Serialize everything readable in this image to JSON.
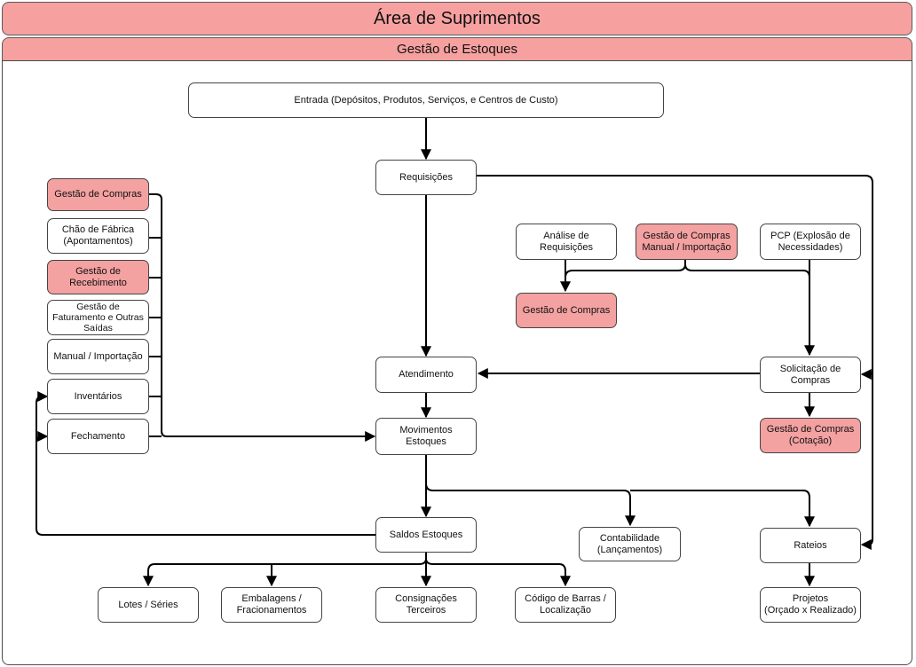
{
  "header": {
    "title": "Área de Suprimentos",
    "subtitle": "Gestão de Estoques"
  },
  "colors": {
    "highlight": "#f4a1a1",
    "banner": "#f6a0a0",
    "border": "#444444"
  },
  "nodes": {
    "entrada": "Entrada (Depósitos, Produtos, Serviços, e Centros de Custo)",
    "requisicoes": "Requisições",
    "atendimento": "Atendimento",
    "movimentos": "Movimentos Estoques",
    "saldos": "Saldos Estoques",
    "gestao_compras_left": "Gestão de Compras",
    "chao_fabrica": "Chão de Fábrica\n(Apontamentos)",
    "gestao_recebimento": "Gestão de\nRecebimento",
    "gestao_faturamento": "Gestão de\nFaturamento e Outras\nSaídas",
    "manual_importacao": "Manual / Importação",
    "inventarios": "Inventários",
    "fechamento": "Fechamento",
    "analise_requisicoes": "Análise de\nRequisições",
    "gestao_compras_manual": "Gestão de Compras\nManual / Importação",
    "pcp": "PCP (Explosão de\nNecessidades)",
    "gestao_compras_mid": "Gestão de Compras",
    "solicitacao_compras": "Solicitação de\nCompras",
    "gestao_compras_cotacao": "Gestão de Compras\n(Cotação)",
    "contabilidade": "Contabilidade\n(Lançamentos)",
    "rateios": "Rateios",
    "projetos": "Projetos\n(Orçado x Realizado)",
    "lotes_series": "Lotes / Séries",
    "embalagens": "Embalagens /\nFracionamentos",
    "consignacoes": "Consignações\nTerceiros",
    "codigo_barras": "Código de Barras /\nLocalização"
  }
}
